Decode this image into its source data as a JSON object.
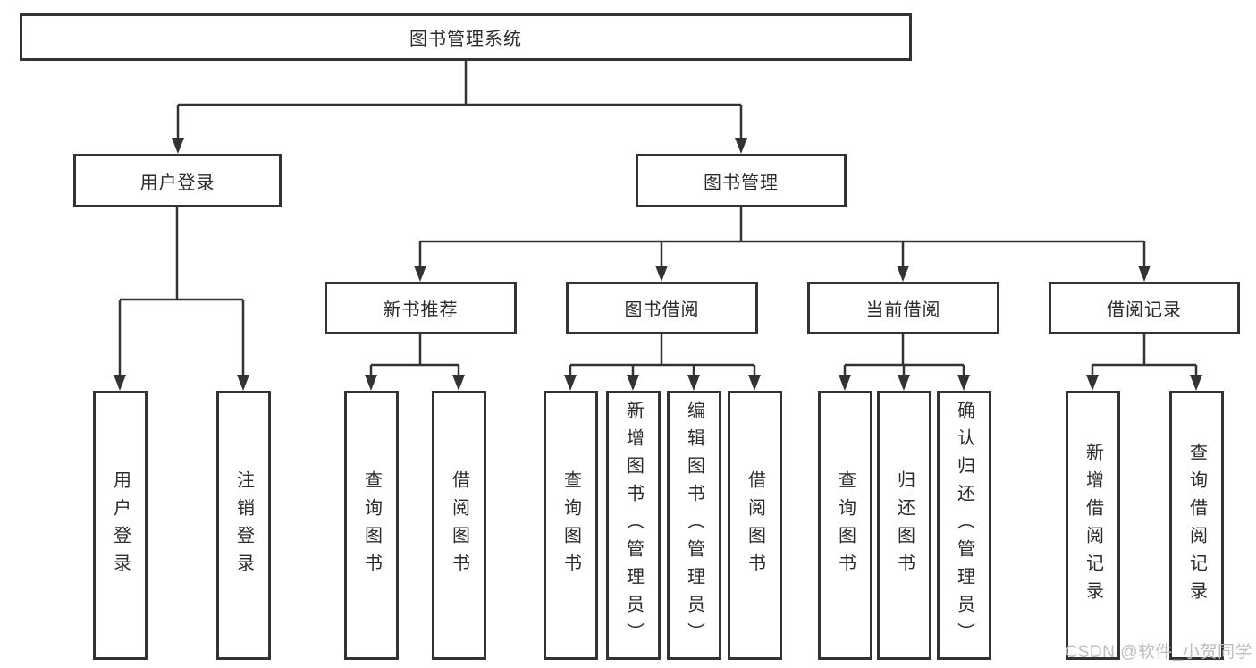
{
  "colors": {
    "line": "#333333",
    "box_border": "#333333",
    "box_fill": "#ffffff",
    "text": "#2b2b2b",
    "watermark": "#b9bec4",
    "background": "#ffffff"
  },
  "watermark": "CSDN @软件_小贺同学",
  "tree": {
    "root": "图书管理系统",
    "user": {
      "label": "用户登录",
      "children": [
        "用户登录",
        "注销登录"
      ]
    },
    "book": {
      "label": "图书管理",
      "groups": [
        {
          "label": "新书推荐",
          "children": [
            "查询图书",
            "借阅图书"
          ]
        },
        {
          "label": "图书借阅",
          "children": [
            "查询图书",
            "新增图书（管理员）",
            "编辑图书（管理员）",
            "借阅图书"
          ]
        },
        {
          "label": "当前借阅",
          "children": [
            "查询图书",
            "归还图书",
            "确认归还（管理员）"
          ]
        },
        {
          "label": "借阅记录",
          "children": [
            "新增借阅记录",
            "查询借阅记录"
          ]
        }
      ]
    }
  }
}
